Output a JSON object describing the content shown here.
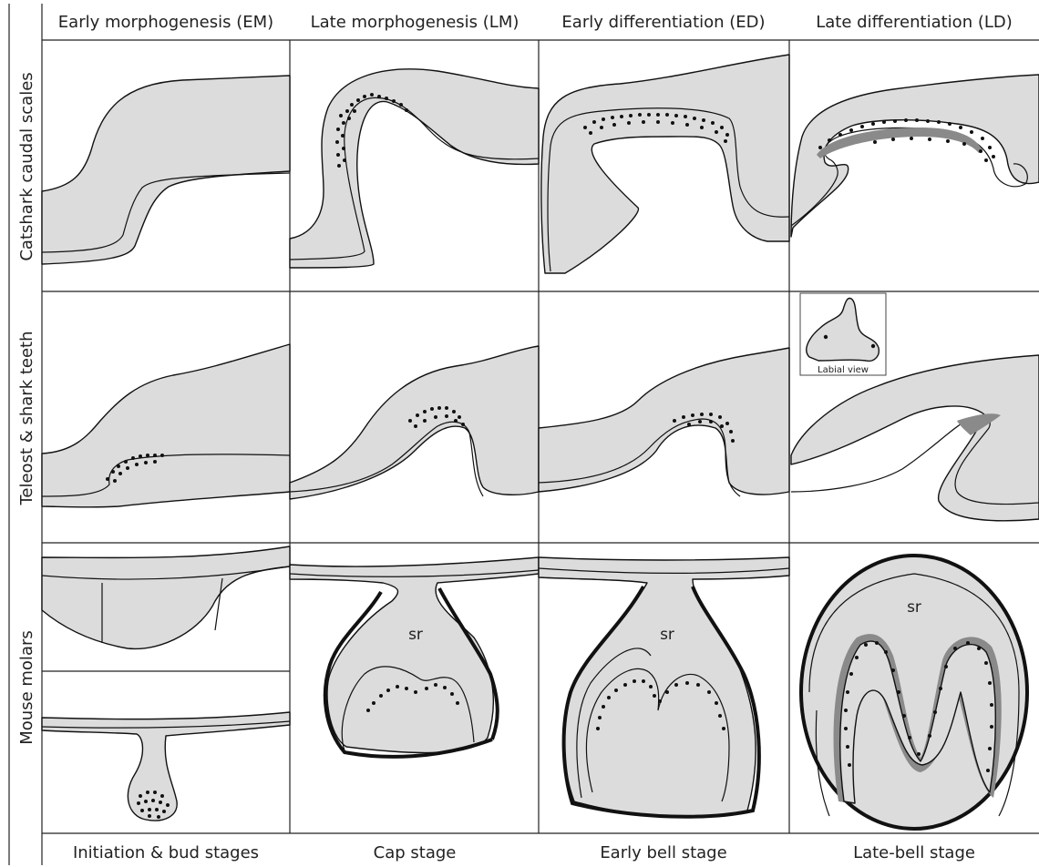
{
  "columns": [
    "Early morphogenesis (EM)",
    "Late morphogenesis (LM)",
    "Early differentiation (ED)",
    "Late differentiation (LD)"
  ],
  "rows": [
    "Catshark caudal scales",
    "Teleost & shark teeth",
    "Mouse molars"
  ],
  "stages": [
    "Initiation & bud stages",
    "Cap stage",
    "Early bell stage",
    "Late-bell stage"
  ],
  "annotations": {
    "stellate_reticulum": "sr",
    "inset_caption": "Labial view"
  }
}
